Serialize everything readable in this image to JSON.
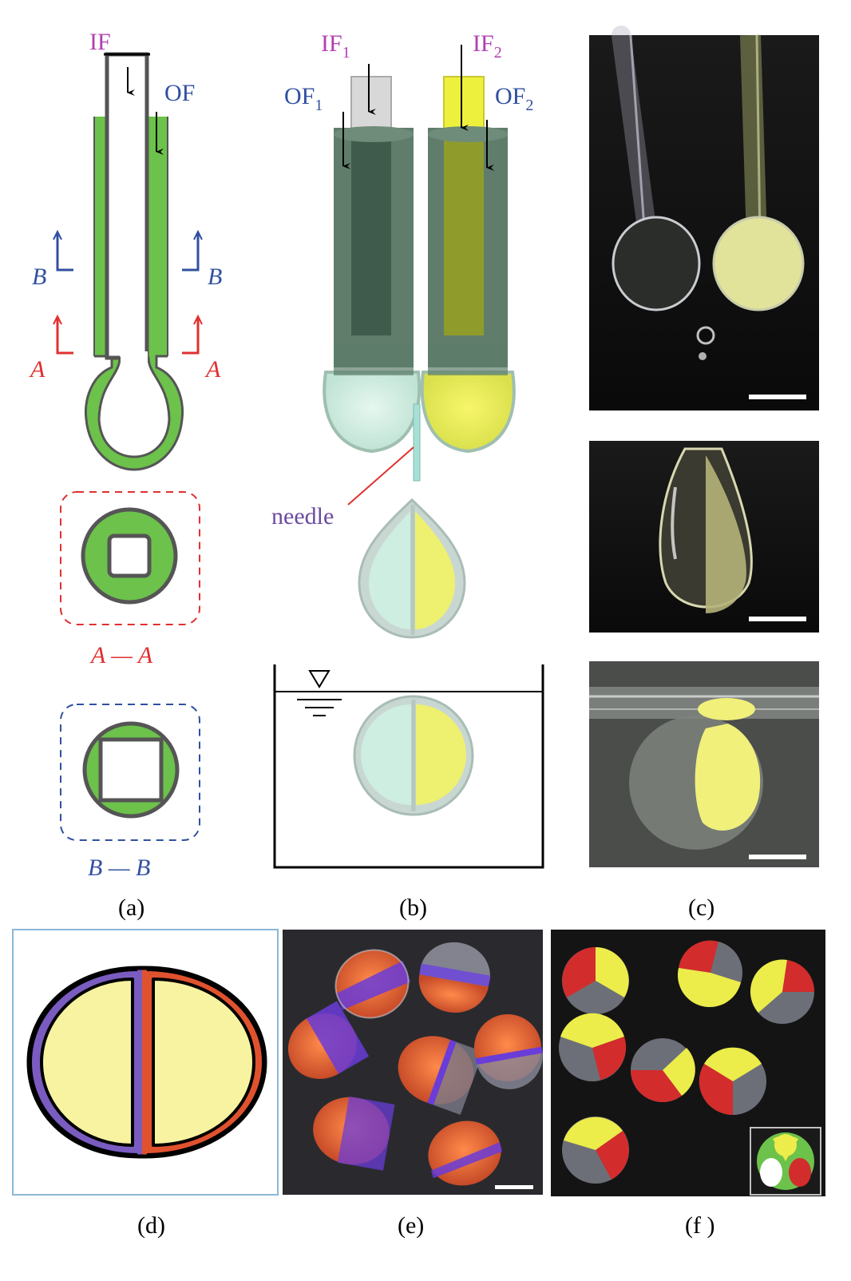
{
  "panel_labels": {
    "a": "(a)",
    "b": "(b)",
    "c": "(c)",
    "d": "(d)",
    "e": "(e)",
    "f": "(f )"
  },
  "panel_a": {
    "inner_flow": "IF",
    "outer_flow": "OF",
    "section_b_left": "B",
    "section_b_right": "B",
    "section_a_left": "A",
    "section_a_right": "A",
    "section_aa_label": "A — A",
    "section_bb_label": "B — B"
  },
  "panel_b": {
    "if1": "IF",
    "if1_sub": "1",
    "if2": "IF",
    "if2_sub": "2",
    "of1": "OF",
    "of1_sub": "1",
    "of2": "OF",
    "of2_sub": "2",
    "needle": "needle"
  },
  "colors": {
    "green": "#6cc24a",
    "gray": "#5a5a5a",
    "magenta": "#b040b0",
    "blue_label": "#3050a0",
    "red_label": "#e03030",
    "pale_cyan": "#cdeee0",
    "yellow": "#f2ef70",
    "purple": "#7a5cc0",
    "orange_red": "#e0522e",
    "cream": "#f8f3a0"
  }
}
